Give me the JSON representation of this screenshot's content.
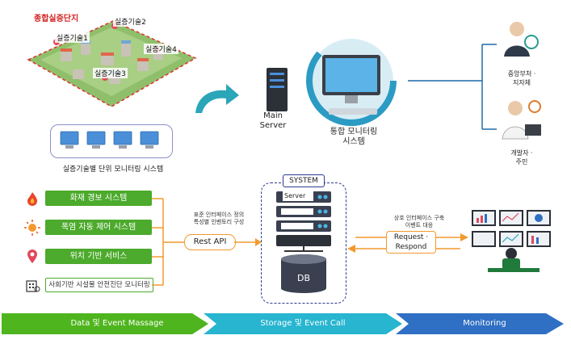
{
  "top": {
    "complex_label": "종합실증단지",
    "sites": [
      "실증기술1",
      "실증기술2",
      "실증기술3",
      "실증기술4"
    ],
    "monitor_caption": "실증기술별 단위 모니터링 시스템",
    "main_server": "Main\nServer",
    "integrated_system": "통합 모니터링\n시스템",
    "gov_label": "중앙부처 ·\n지자체",
    "dev_label": "개발자 ·\n주민"
  },
  "services": [
    {
      "label": "화재 경보 시스템",
      "icon": "fire-icon"
    },
    {
      "label": "폭염 자동 제어 시스템",
      "icon": "sun-icon"
    },
    {
      "label": "위치 기반 서비스",
      "icon": "location-pin-icon"
    },
    {
      "label": "사회기반 시설물 안전진단 모니터링",
      "icon": "building-icon"
    }
  ],
  "interface": {
    "note": "표준 인터페이스 정의\n특성별 인벤토리 구성",
    "rest_api": "Rest API"
  },
  "system": {
    "title": "SYSTEM",
    "server_label": "Server",
    "db_label": "DB"
  },
  "request": {
    "note": "상호 인터페이스 구축\n이벤트 대응",
    "label": "Request ·\nRespond"
  },
  "timeline": [
    {
      "label": "Data 및 Event Massage",
      "color": "#4fb51e"
    },
    {
      "label": "Storage 및 Event Call",
      "color": "#27b5cf"
    },
    {
      "label": "Monitoring",
      "color": "#2f6fc4"
    }
  ]
}
